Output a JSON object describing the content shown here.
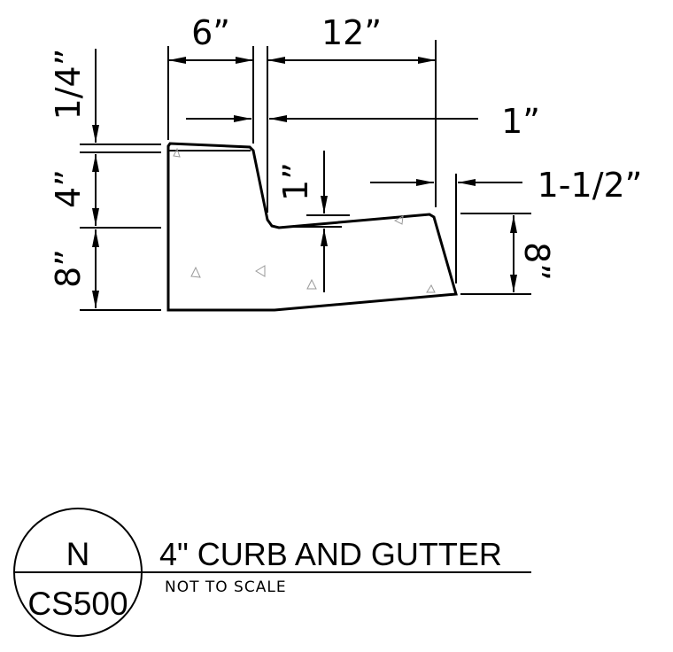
{
  "detail": {
    "title": "4\" CURB AND GUTTER",
    "subtitle": "NOT TO SCALE",
    "detail_id": "N",
    "sheet": "CS500"
  },
  "dimensions": {
    "top_width": "6”",
    "gutter_width": "12”",
    "lip_offset": "1”",
    "lip_thickness": "1-1/2”",
    "top_slope": "1/4”",
    "curb_face": "4”",
    "curb_base": "8”",
    "gutter_drop": "1”",
    "gutter_depth": "8”"
  },
  "colors": {
    "line": "#000000",
    "hatch": "#9a9a9a",
    "background": "#ffffff"
  }
}
